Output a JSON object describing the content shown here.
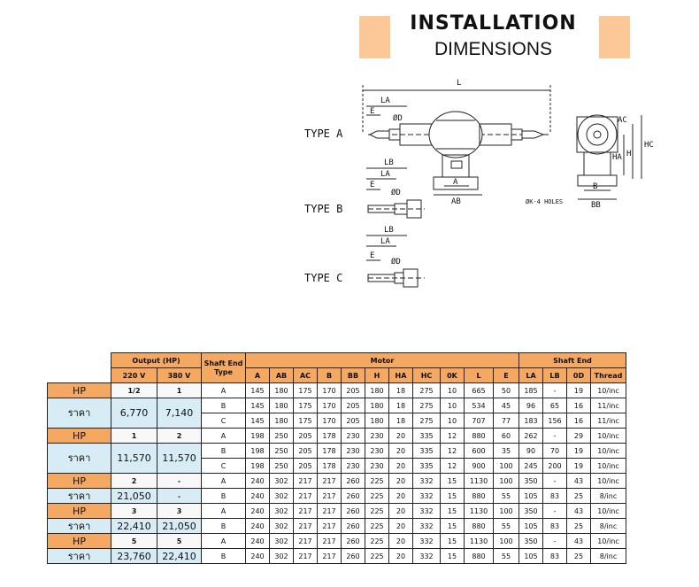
{
  "header": {
    "title_line1": "INSTALLATION",
    "title_line2": "DIMENSIONS"
  },
  "colors": {
    "header_orange": "#f4a862",
    "deco_orange": "#fcc898",
    "price_blue": "#d8ecf6"
  },
  "drawing": {
    "type_labels": [
      "TYPE A",
      "TYPE B",
      "TYPE C"
    ],
    "dim_labels": {
      "L": "L",
      "LA": "LA",
      "LB": "LB",
      "E": "E",
      "OD": "ØD",
      "A": "A",
      "AB": "AB",
      "AC": "AC",
      "HA": "HA",
      "H": "H",
      "HC": "HC",
      "B": "B",
      "BB": "BB",
      "holes": "ØK-4 HOLES"
    }
  },
  "table": {
    "group_headers": {
      "output": "Output (HP)",
      "shaft_end_type": "Shaft End Type",
      "motor": "Motor",
      "shaft_end": "Shaft End"
    },
    "sub_headers": {
      "v220": "220 V",
      "v380": "380 V",
      "motor_cols": [
        "A",
        "AB",
        "AC",
        "B",
        "BB",
        "H",
        "HA",
        "HC",
        "0K",
        "L",
        "E"
      ],
      "shaft_cols": [
        "LA",
        "LB",
        "0D",
        "Thread"
      ]
    },
    "labels": {
      "hp": "HP",
      "price": "ราคา"
    },
    "groups": [
      {
        "hp_220": "1/2",
        "hp_380": "1",
        "price_220": "6,770",
        "price_380": "7,140",
        "rows": [
          {
            "type": "A",
            "motor": [
              "145",
              "180",
              "175",
              "170",
              "205",
              "180",
              "18",
              "275",
              "10",
              "665",
              "50"
            ],
            "shaft": [
              "185",
              "-",
              "19",
              "10/inc"
            ]
          },
          {
            "type": "B",
            "motor": [
              "145",
              "180",
              "175",
              "170",
              "205",
              "180",
              "18",
              "275",
              "10",
              "534",
              "45"
            ],
            "shaft": [
              "96",
              "65",
              "16",
              "11/inc"
            ]
          },
          {
            "type": "C",
            "motor": [
              "145",
              "180",
              "175",
              "170",
              "205",
              "180",
              "18",
              "275",
              "10",
              "707",
              "77"
            ],
            "shaft": [
              "183",
              "156",
              "16",
              "11/inc"
            ]
          }
        ]
      },
      {
        "hp_220": "1",
        "hp_380": "2",
        "price_220": "11,570",
        "price_380": "11,570",
        "rows": [
          {
            "type": "A",
            "motor": [
              "198",
              "250",
              "205",
              "178",
              "230",
              "230",
              "20",
              "335",
              "12",
              "880",
              "60"
            ],
            "shaft": [
              "262",
              "-",
              "29",
              "10/inc"
            ]
          },
          {
            "type": "B",
            "motor": [
              "198",
              "250",
              "205",
              "178",
              "230",
              "230",
              "20",
              "335",
              "12",
              "600",
              "35"
            ],
            "shaft": [
              "90",
              "70",
              "19",
              "10/inc"
            ]
          },
          {
            "type": "C",
            "motor": [
              "198",
              "250",
              "205",
              "178",
              "230",
              "230",
              "20",
              "335",
              "12",
              "900",
              "100"
            ],
            "shaft": [
              "245",
              "200",
              "19",
              "10/inc"
            ]
          }
        ]
      },
      {
        "hp_220": "2",
        "hp_380": "-",
        "price_220": "21,050",
        "price_380": "-",
        "rows": [
          {
            "type": "A",
            "motor": [
              "240",
              "302",
              "217",
              "217",
              "260",
              "225",
              "20",
              "332",
              "15",
              "1130",
              "100"
            ],
            "shaft": [
              "350",
              "-",
              "43",
              "10/inc"
            ]
          },
          {
            "type": "B",
            "motor": [
              "240",
              "302",
              "217",
              "217",
              "260",
              "225",
              "20",
              "332",
              "15",
              "880",
              "55"
            ],
            "shaft": [
              "105",
              "83",
              "25",
              "8/inc"
            ]
          }
        ]
      },
      {
        "hp_220": "3",
        "hp_380": "3",
        "price_220": "22,410",
        "price_380": "21,050",
        "rows": [
          {
            "type": "A",
            "motor": [
              "240",
              "302",
              "217",
              "217",
              "260",
              "225",
              "20",
              "332",
              "15",
              "1130",
              "100"
            ],
            "shaft": [
              "350",
              "-",
              "43",
              "10/inc"
            ]
          },
          {
            "type": "B",
            "motor": [
              "240",
              "302",
              "217",
              "217",
              "260",
              "225",
              "20",
              "332",
              "15",
              "880",
              "55"
            ],
            "shaft": [
              "105",
              "83",
              "25",
              "8/inc"
            ]
          }
        ]
      },
      {
        "hp_220": "5",
        "hp_380": "5",
        "price_220": "23,760",
        "price_380": "22,410",
        "rows": [
          {
            "type": "A",
            "motor": [
              "240",
              "302",
              "217",
              "217",
              "260",
              "225",
              "20",
              "332",
              "15",
              "1130",
              "100"
            ],
            "shaft": [
              "350",
              "-",
              "43",
              "10/inc"
            ]
          },
          {
            "type": "B",
            "motor": [
              "240",
              "302",
              "217",
              "217",
              "260",
              "225",
              "20",
              "332",
              "15",
              "880",
              "55"
            ],
            "shaft": [
              "105",
              "83",
              "25",
              "8/inc"
            ]
          }
        ]
      }
    ]
  }
}
